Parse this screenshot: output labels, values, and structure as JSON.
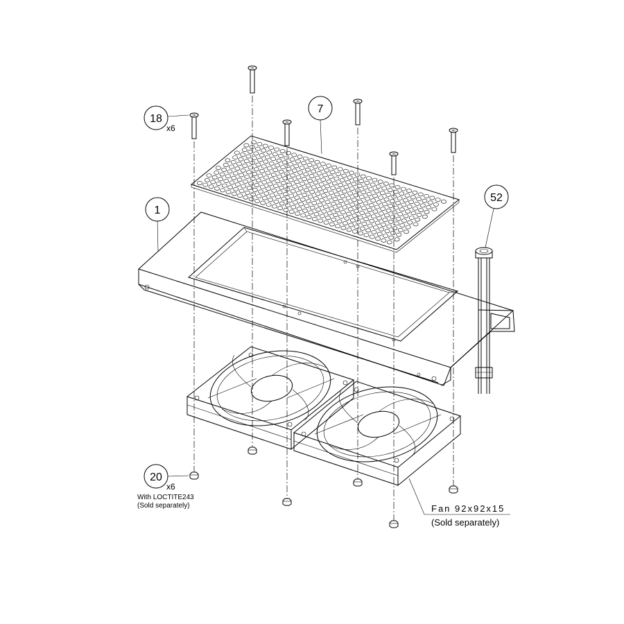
{
  "callouts": {
    "p18": {
      "number": "18",
      "qty": "x6"
    },
    "p7": {
      "number": "7"
    },
    "p1": {
      "number": "1"
    },
    "p52": {
      "number": "52"
    },
    "p20": {
      "number": "20",
      "qty": "x6",
      "note1": "With LOCTITE243",
      "note2": "(Sold separately)"
    }
  },
  "fan": {
    "label": "Fan 92x92x15",
    "note": "(Sold separately)"
  }
}
